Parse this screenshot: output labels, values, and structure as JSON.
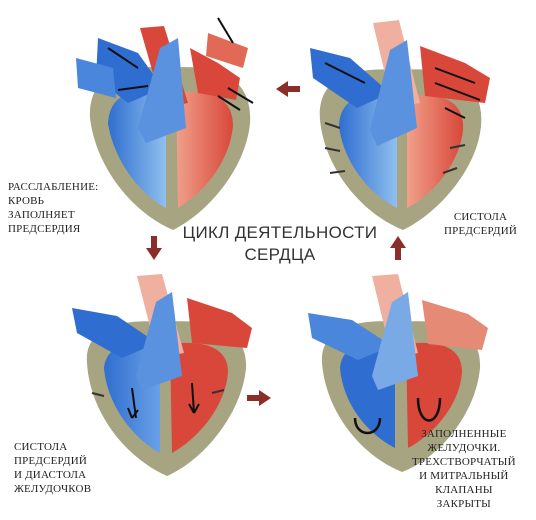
{
  "title": "ЦИКЛ ДЕЯТЕЛЬНОСТИ\nСЕРДЦА",
  "labels": {
    "top_left": "РАССЛАБЛЕНИЕ:\nКРОВЬ\nЗАПОЛНЯЕТ\nПРЕДСЕРДИЯ",
    "top_right": "СИСТОЛА\nПРЕДСЕРДИЙ",
    "bottom_left": "СИСТОЛА\nПРЕДСЕРДИЙ\nИ ДИАСТОЛА\nЖЕЛУДОЧКОВ",
    "bottom_right": "ЗАПОЛНЕННЫЕ\nЖЕЛУДОЧКИ.\nТРЕХСТВОРЧАТЫЙ\nИ МИТРАЛЬНЫЙ\nКЛАПАНЫ\nЗАКРЫТЫ"
  },
  "colors": {
    "muscle": "#a7a482",
    "venous": "#2f6ed0",
    "venous_light": "#7fb0ea",
    "arterial": "#d8473a",
    "arterial_light": "#f0a08a",
    "arrow": "#8b2e2a",
    "flow_arrow": "#101010"
  },
  "icons": [
    "heart-diagram",
    "cycle-arrow-left",
    "cycle-arrow-down",
    "cycle-arrow-right",
    "cycle-arrow-up",
    "blood-flow-arrow"
  ]
}
